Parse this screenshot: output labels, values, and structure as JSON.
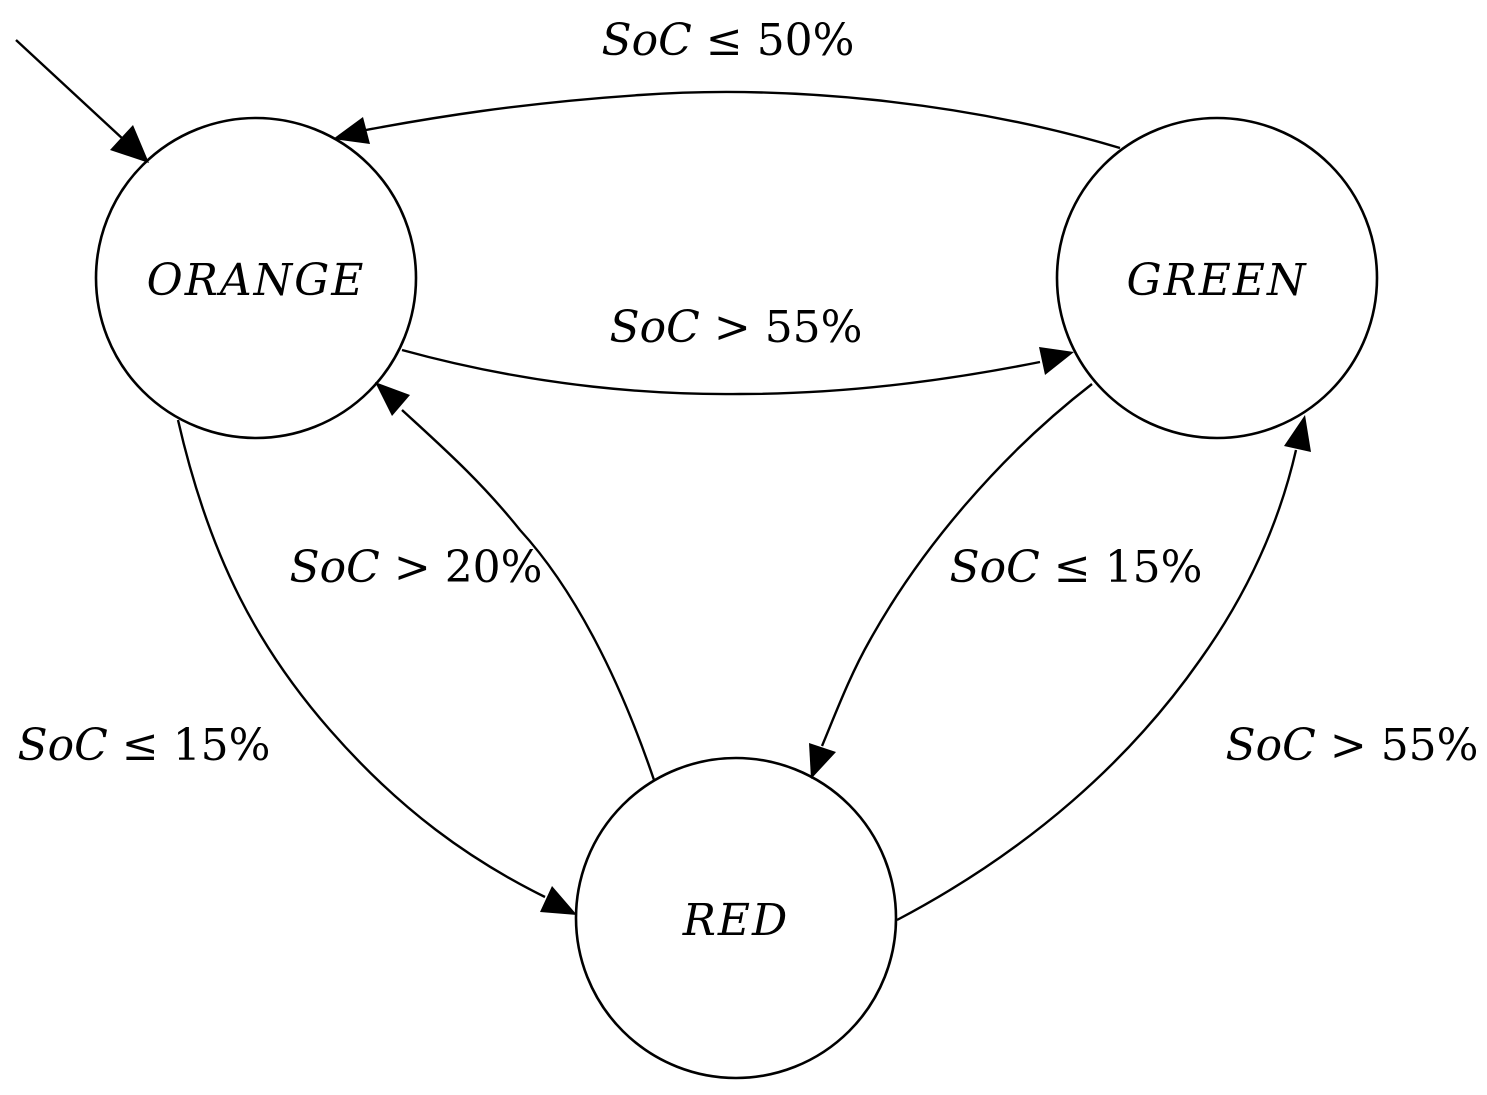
{
  "diagram": {
    "type": "state-machine",
    "states": [
      {
        "id": "orange",
        "label": "ORANGE",
        "initial": true
      },
      {
        "id": "green",
        "label": "GREEN"
      },
      {
        "id": "red",
        "label": "RED"
      }
    ],
    "transitions": [
      {
        "from": "green",
        "to": "orange",
        "var": "SoC",
        "op": "≤",
        "value": "50%"
      },
      {
        "from": "orange",
        "to": "green",
        "var": "SoC",
        "op": ">",
        "value": "55%"
      },
      {
        "from": "red",
        "to": "orange",
        "var": "SoC",
        "op": ">",
        "value": "20%"
      },
      {
        "from": "green",
        "to": "red",
        "var": "SoC",
        "op": "≤",
        "value": "15%"
      },
      {
        "from": "orange",
        "to": "red",
        "var": "SoC",
        "op": "≤",
        "value": "15%"
      },
      {
        "from": "red",
        "to": "green",
        "var": "SoC",
        "op": ">",
        "value": "55%"
      }
    ]
  }
}
